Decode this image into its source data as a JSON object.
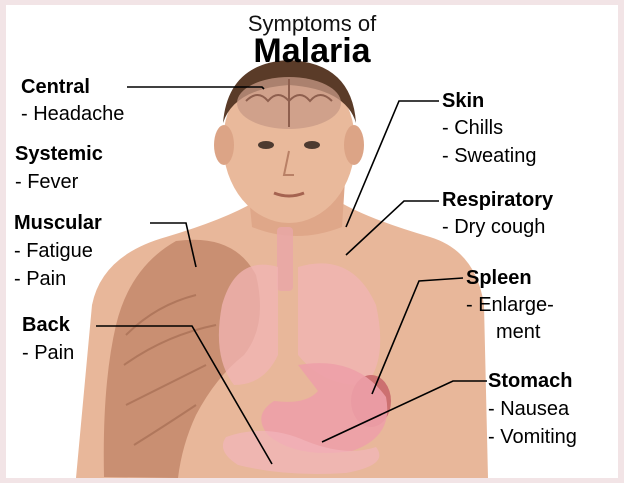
{
  "title": {
    "line1": "Symptoms of",
    "line2": "Malaria"
  },
  "labels": {
    "central": {
      "heading": "Central",
      "items": [
        "- Headache"
      ]
    },
    "systemic": {
      "heading": "Systemic",
      "items": [
        "- Fever"
      ]
    },
    "muscular": {
      "heading": "Muscular",
      "items": [
        "- Fatigue",
        "- Pain"
      ]
    },
    "back": {
      "heading": "Back",
      "items": [
        "- Pain"
      ]
    },
    "skin": {
      "heading": "Skin",
      "items": [
        "- Chills",
        "- Sweating"
      ]
    },
    "respiratory": {
      "heading": "Respiratory",
      "items": [
        "- Dry cough"
      ]
    },
    "spleen": {
      "heading": "Spleen",
      "items": [
        "- Enlarge-",
        "ment"
      ]
    },
    "stomach": {
      "heading": "Stomach",
      "items": [
        "- Nausea",
        "- Vomiting"
      ]
    }
  },
  "colors": {
    "skin_tone": "#e8b79a",
    "muscle": "#c98f72",
    "lung": "#f1b4b4",
    "stomach": "#eda0a8",
    "brain": "#c79a86",
    "hair": "#5a3b28"
  }
}
